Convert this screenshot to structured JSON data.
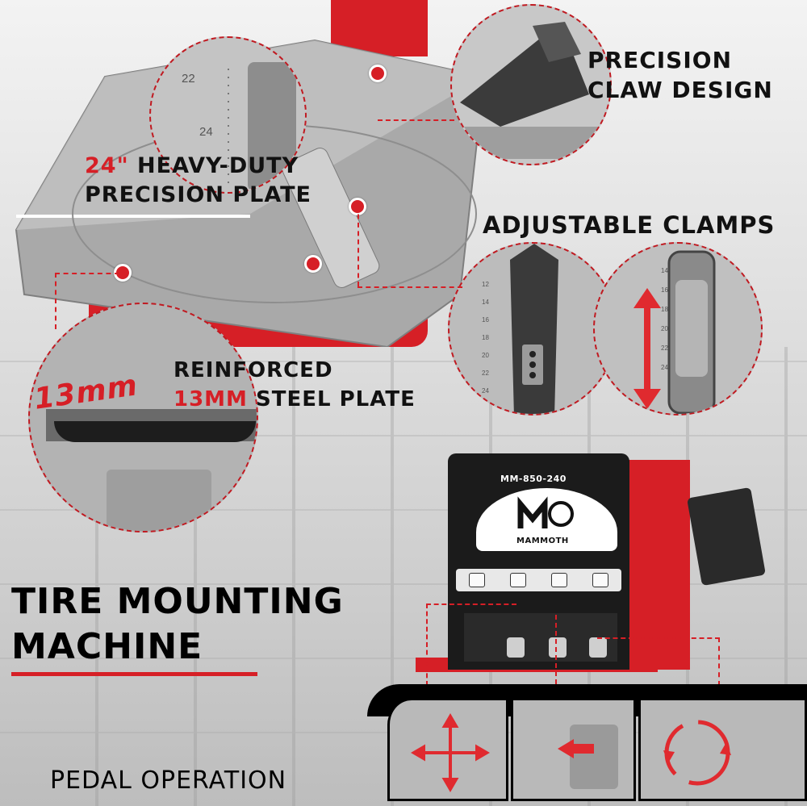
{
  "labels": {
    "precision_claw_line1": "PRECISION",
    "precision_claw_line2": "CLAW DESIGN",
    "plate_size": "24\"",
    "plate_line1_rest": "HEAVY-DUTY",
    "plate_line2": "PRECISION PLATE",
    "adjustable_clamps": "ADJUSTABLE CLAMPS",
    "thickness_mm": "13mm",
    "reinforced_line1": "REINFORCED",
    "reinforced_red": "13MM",
    "reinforced_rest": "STEEL PLATE",
    "title_line1": "TIRE MOUNTING",
    "title_line2": "MACHINE",
    "pedal_operation": "PEDAL OPERATION",
    "model": "MM-850-240",
    "brand": "MAMMOTH"
  },
  "plate_ruler": [
    "22",
    "24"
  ],
  "clamp_ruler_left": [
    "12",
    "14",
    "16",
    "18",
    "20",
    "22",
    "24"
  ],
  "clamp_ruler_right": [
    "14",
    "16",
    "18",
    "20",
    "22",
    "24"
  ],
  "colors": {
    "accent_red": "#d61f26",
    "text_dark": "#111111",
    "metal": "#b9b9b9"
  },
  "icons": [
    "mount-icon",
    "rotate-icon",
    "bead-icon",
    "settings-icon"
  ]
}
